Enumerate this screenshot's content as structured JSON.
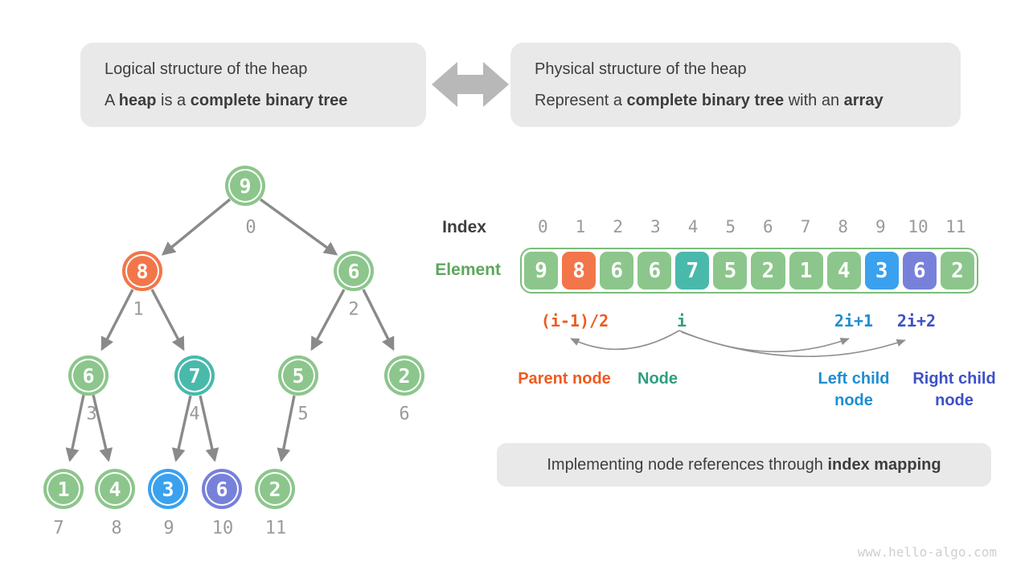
{
  "palette": {
    "node_green": "#8cc68c",
    "node_orange": "#f2764a",
    "node_teal": "#49b9ac",
    "node_blue": "#3aa1ef",
    "node_indigo": "#7781da",
    "array_border_green": "#7cbd7c",
    "parent_text_orange": "#ee5b20",
    "node_text_teal": "#2f9e7e",
    "left_child_text_blue": "#1e8ed2",
    "right_child_text_indigo": "#3d51c6",
    "element_label_green": "#5ea65e",
    "box_bg_gray": "#e9e9e9",
    "edge_gray": "#8a8a8a"
  },
  "boxes": {
    "logical": {
      "line1": "Logical structure of the heap",
      "line2": [
        "A ",
        "heap",
        " is a ",
        "complete binary tree"
      ]
    },
    "physical": {
      "line1": "Physical structure of the heap",
      "line2": [
        "Represent a ",
        "complete binary tree",
        " with an ",
        "array"
      ]
    },
    "bottom": [
      "Implementing node references through ",
      "index mapping"
    ]
  },
  "tree": {
    "nodes": [
      {
        "value": "9",
        "color": "green"
      },
      {
        "value": "8",
        "color": "orange"
      },
      {
        "value": "6",
        "color": "green"
      },
      {
        "value": "6",
        "color": "green"
      },
      {
        "value": "7",
        "color": "teal"
      },
      {
        "value": "5",
        "color": "green"
      },
      {
        "value": "2",
        "color": "green"
      },
      {
        "value": "1",
        "color": "green"
      },
      {
        "value": "4",
        "color": "green"
      },
      {
        "value": "3",
        "color": "blue"
      },
      {
        "value": "6",
        "color": "indigo"
      },
      {
        "value": "2",
        "color": "green"
      }
    ],
    "index_labels": [
      "0",
      "1",
      "2",
      "3",
      "4",
      "5",
      "6",
      "7",
      "8",
      "9",
      "10",
      "11"
    ]
  },
  "array": {
    "index_label": "Index",
    "element_label": "Element",
    "indices": [
      "0",
      "1",
      "2",
      "3",
      "4",
      "5",
      "6",
      "7",
      "8",
      "9",
      "10",
      "11"
    ],
    "cells": [
      {
        "value": "9",
        "color": "green"
      },
      {
        "value": "8",
        "color": "orange"
      },
      {
        "value": "6",
        "color": "green"
      },
      {
        "value": "6",
        "color": "green"
      },
      {
        "value": "7",
        "color": "teal"
      },
      {
        "value": "5",
        "color": "green"
      },
      {
        "value": "2",
        "color": "green"
      },
      {
        "value": "1",
        "color": "green"
      },
      {
        "value": "4",
        "color": "green"
      },
      {
        "value": "3",
        "color": "blue"
      },
      {
        "value": "6",
        "color": "indigo"
      },
      {
        "value": "2",
        "color": "green"
      }
    ]
  },
  "mapping": {
    "parent_formula": "(i-1)/2",
    "node_formula": "i",
    "left_formula": "2i+1",
    "right_formula": "2i+2",
    "parent_label": "Parent node",
    "node_label": "Node",
    "left_label_line1": "Left child",
    "left_label_line2": "node",
    "right_label_line1": "Right child",
    "right_label_line2": "node"
  },
  "watermark": "www.hello-algo.com"
}
